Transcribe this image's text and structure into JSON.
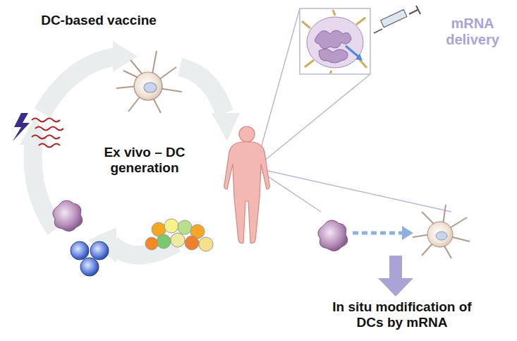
{
  "diagram": {
    "labels": [
      "DC-based vaccine",
      "Ex vivo – DC generation",
      "mRNA delivery",
      "In situ modification of DCs by mRNA"
    ]
  }
}
